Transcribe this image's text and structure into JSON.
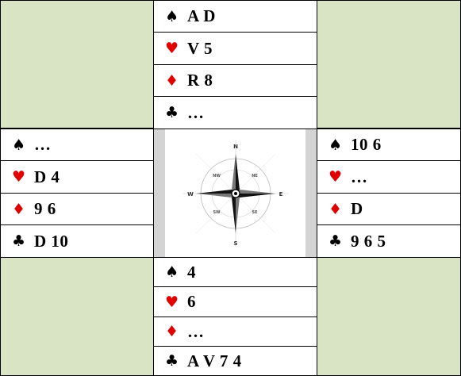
{
  "north": [
    {
      "suit": "spade",
      "symbol": "♠",
      "color": "#000000",
      "cards": "A D"
    },
    {
      "suit": "heart",
      "symbol": "♥",
      "color": "#e00000",
      "cards": "V 5"
    },
    {
      "suit": "diamond",
      "symbol": "♦",
      "color": "#e00000",
      "cards": "R 8"
    },
    {
      "suit": "club",
      "symbol": "♣",
      "color": "#000000",
      "cards": "…"
    }
  ],
  "west": [
    {
      "suit": "spade",
      "symbol": "♠",
      "color": "#000000",
      "cards": "…"
    },
    {
      "suit": "heart",
      "symbol": "♥",
      "color": "#e00000",
      "cards": "D 4"
    },
    {
      "suit": "diamond",
      "symbol": "♦",
      "color": "#e00000",
      "cards": "9 6"
    },
    {
      "suit": "club",
      "symbol": "♣",
      "color": "#000000",
      "cards": "D 10"
    }
  ],
  "east": [
    {
      "suit": "spade",
      "symbol": "♠",
      "color": "#000000",
      "cards": "10 6"
    },
    {
      "suit": "heart",
      "symbol": "♥",
      "color": "#e00000",
      "cards": "…"
    },
    {
      "suit": "diamond",
      "symbol": "♦",
      "color": "#e00000",
      "cards": "D"
    },
    {
      "suit": "club",
      "symbol": "♣",
      "color": "#000000",
      "cards": "9 6 5"
    }
  ],
  "south": [
    {
      "suit": "spade",
      "symbol": "♠",
      "color": "#000000",
      "cards": "4"
    },
    {
      "suit": "heart",
      "symbol": "♥",
      "color": "#e00000",
      "cards": "6"
    },
    {
      "suit": "diamond",
      "symbol": "♦",
      "color": "#e00000",
      "cards": "…"
    },
    {
      "suit": "club",
      "symbol": "♣",
      "color": "#000000",
      "cards": "A V 7 4"
    }
  ],
  "compass": {
    "n": "N",
    "s": "S",
    "e": "E",
    "w": "W",
    "ne": "NE",
    "nw": "NW",
    "se": "SE",
    "sw": "SW"
  },
  "colors": {
    "corner_fill": "#d8e4c4",
    "red_suit": "#e00000",
    "black_suit": "#000000"
  }
}
